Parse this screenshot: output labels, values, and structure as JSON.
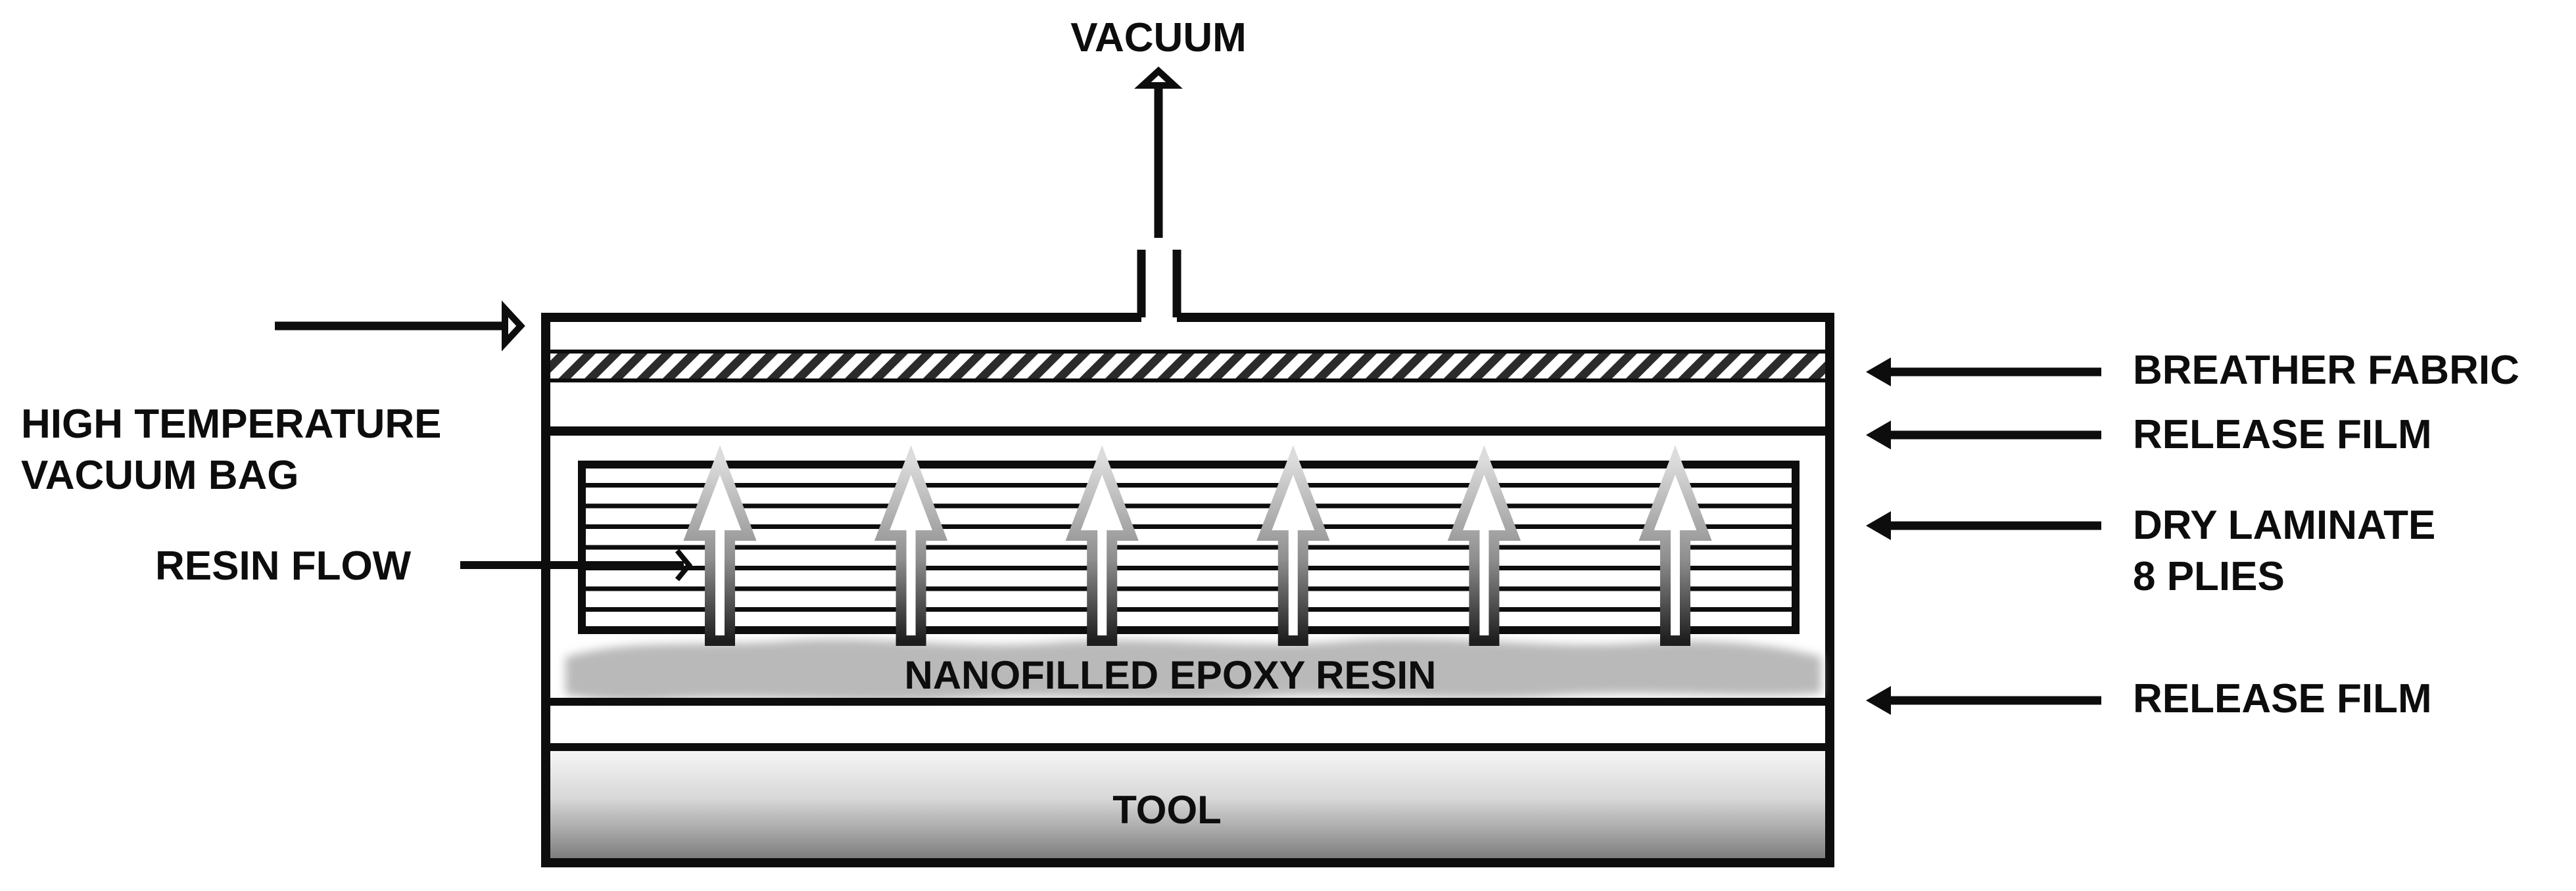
{
  "labels": {
    "vacuum": "VACUUM",
    "vacuum_bag_line1": "HIGH TEMPERATURE",
    "vacuum_bag_line2": "VACUUM BAG",
    "resin_flow": "RESIN FLOW",
    "breather_fabric": "BREATHER FABRIC",
    "release_film_top": "RELEASE FILM",
    "dry_laminate_line1": "DRY LAMINATE",
    "dry_laminate_line2": "8 PLIES",
    "release_film_bottom": "RELEASE FILM",
    "resin_layer": "NANOFILLED EPOXY RESIN",
    "tool": "TOOL"
  },
  "laminate": {
    "ply_count": 8
  },
  "resin_flow_arrows": {
    "count": 6
  },
  "colors": {
    "ink": "#0d0d0d",
    "resin": "#b5b5b5",
    "tool_light": "#f4f4f4",
    "tool_dark": "#8a8a8a",
    "flow_arrow_light": "#d2d2d2",
    "flow_arrow_dark": "#2a2a2a"
  }
}
